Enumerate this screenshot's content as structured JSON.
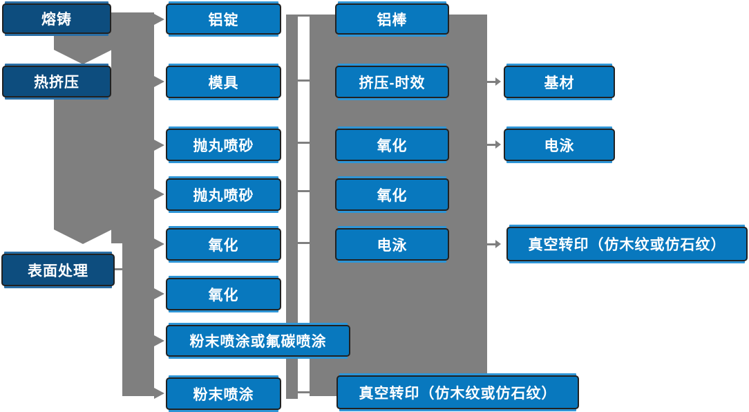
{
  "colors": {
    "bright_box": "#0878BE",
    "bright_box_accent": "#2E95D6",
    "dark_box": "#0D4D7E",
    "dark_box_accent": "#2A6FA6",
    "connector_gray": "#7F7F7F",
    "box_border": "#212121",
    "text": "#FFFFFF",
    "background": "#FFFFFF"
  },
  "nodes": [
    {
      "id": "melting-casting",
      "label": "熔铸",
      "style": "dark"
    },
    {
      "id": "hot-extrusion",
      "label": "热挤压",
      "style": "dark"
    },
    {
      "id": "surface-treatment",
      "label": "表面处理",
      "style": "dark"
    },
    {
      "id": "aluminum-ingot",
      "label": "铝锭",
      "style": "bright"
    },
    {
      "id": "mold",
      "label": "模具",
      "style": "bright"
    },
    {
      "id": "shot-blasting-1",
      "label": "抛丸喷砂",
      "style": "bright"
    },
    {
      "id": "shot-blasting-2",
      "label": "抛丸喷砂",
      "style": "bright"
    },
    {
      "id": "oxidation-1",
      "label": "氧化",
      "style": "bright"
    },
    {
      "id": "oxidation-2",
      "label": "氧化",
      "style": "bright"
    },
    {
      "id": "powder-or-fluorocarbon-spraying",
      "label": "粉末喷涂或氟碳喷涂",
      "style": "bright"
    },
    {
      "id": "powder-spraying",
      "label": "粉末喷涂",
      "style": "bright"
    },
    {
      "id": "aluminum-rod",
      "label": "铝棒",
      "style": "bright"
    },
    {
      "id": "extrusion-aging",
      "label": "挤压-时效",
      "style": "bright"
    },
    {
      "id": "oxidation-3",
      "label": "氧化",
      "style": "bright"
    },
    {
      "id": "oxidation-4",
      "label": "氧化",
      "style": "bright"
    },
    {
      "id": "electrophoresis-1",
      "label": "电泳",
      "style": "bright"
    },
    {
      "id": "vacuum-transfer-print-bottom",
      "label": "真空转印（仿木纹或仿石纹）",
      "style": "bright"
    },
    {
      "id": "substrate",
      "label": "基材",
      "style": "bright"
    },
    {
      "id": "electrophoresis-2",
      "label": "电泳",
      "style": "bright"
    },
    {
      "id": "vacuum-transfer-print-right",
      "label": "真空转印（仿木纹或仿石纹）",
      "style": "bright"
    }
  ],
  "connections": {
    "down_arrows": [
      "熔铸→热挤压",
      "热挤压→表面处理"
    ],
    "left_trunk_arrow_targets": [
      "铝锭",
      "模具",
      "抛丸喷砂",
      "抛丸喷砂",
      "氧化",
      "氧化",
      "粉末喷涂或氟碳喷涂",
      "粉末喷涂"
    ],
    "right_trunk_arrow_targets": [
      "基材",
      "电泳",
      "真空转印（仿木纹或仿石纹）"
    ]
  }
}
